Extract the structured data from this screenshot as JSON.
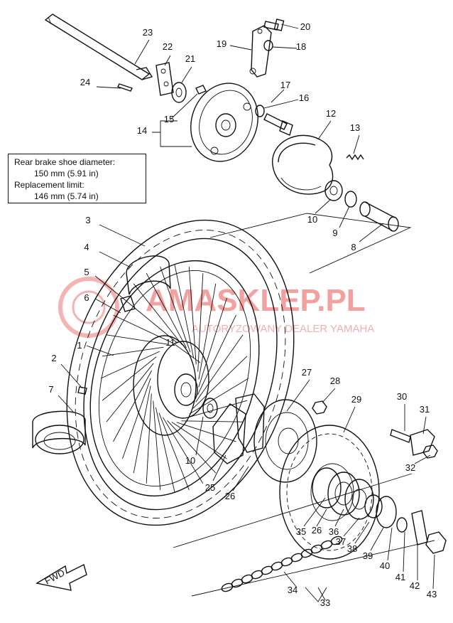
{
  "watermark": {
    "brand": "AMASKLEP.PL",
    "tagline": "AUTORYZOWANY DEALER YAMAHA"
  },
  "spec_box": {
    "line1": "Rear brake shoe diameter:",
    "line2": "150 mm (5.91 in)",
    "line3": "Replacement limit:",
    "line4": "146 mm (5.74 in)"
  },
  "fwd_label": "FWD",
  "callouts": [
    "1",
    "2",
    "3",
    "4",
    "5",
    "6",
    "7",
    "8",
    "9",
    "10",
    "10",
    "11",
    "12",
    "13",
    "14",
    "15",
    "16",
    "17",
    "18",
    "19",
    "20",
    "21",
    "22",
    "23",
    "24",
    "25",
    "26",
    "26",
    "27",
    "28",
    "29",
    "30",
    "31",
    "32",
    "33",
    "34",
    "35",
    "36",
    "37",
    "38",
    "39",
    "40",
    "41",
    "42",
    "43"
  ]
}
